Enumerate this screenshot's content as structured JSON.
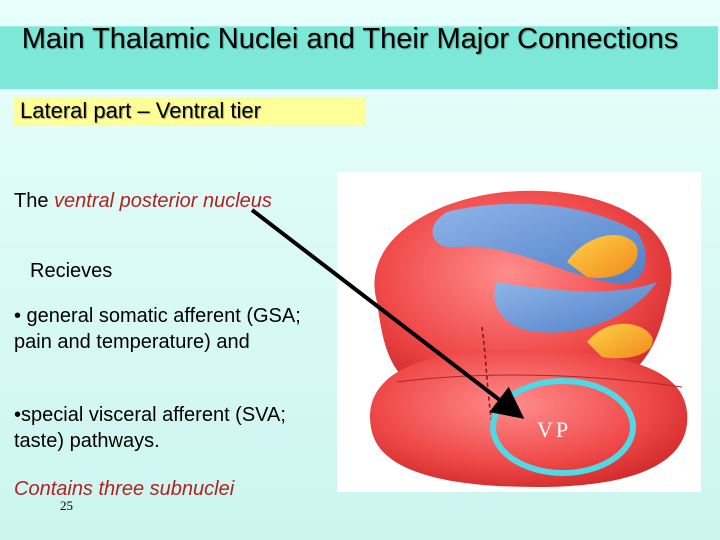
{
  "slide": {
    "title": "Main Thalamic Nuclei and Their Major Connections",
    "subtitle": "Lateral part – Ventral tier",
    "intro_plain": "The ",
    "intro_highlight": "ventral posterior nucleus",
    "receives": "Recieves",
    "bullet1": "• general somatic afferent (GSA; pain and temperature) and",
    "bullet2": "•special visceral afferent (SVA; taste) pathways.",
    "footer_note": "Contains three subnuclei",
    "slide_number": "25"
  },
  "figure": {
    "label": "VP"
  },
  "colors": {
    "title_bar": "#7ee8d8",
    "subtitle_bar": "#ffff99",
    "highlight_text": "#b22222",
    "pointer_circle": "#4fd9e6"
  }
}
